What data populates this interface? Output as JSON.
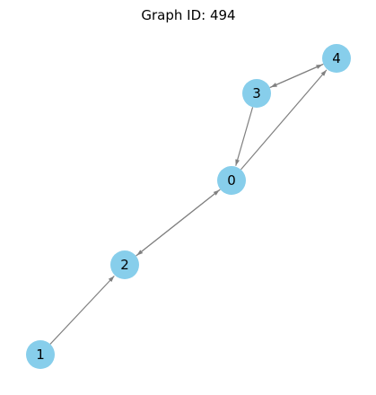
{
  "graph": {
    "title": "Graph ID: 494",
    "nodes": [
      {
        "id": "0",
        "label": "0"
      },
      {
        "id": "1",
        "label": "1"
      },
      {
        "id": "2",
        "label": "2"
      },
      {
        "id": "3",
        "label": "3"
      },
      {
        "id": "4",
        "label": "4"
      }
    ],
    "edges": [
      {
        "from": "1",
        "to": "2"
      },
      {
        "from": "2",
        "to": "0"
      },
      {
        "from": "0",
        "to": "2"
      },
      {
        "from": "3",
        "to": "0"
      },
      {
        "from": "0",
        "to": "4"
      },
      {
        "from": "3",
        "to": "4"
      },
      {
        "from": "4",
        "to": "3"
      }
    ],
    "colors": {
      "node_fill": "#87ceeb",
      "edge": "#808080",
      "text": "#000000"
    }
  }
}
